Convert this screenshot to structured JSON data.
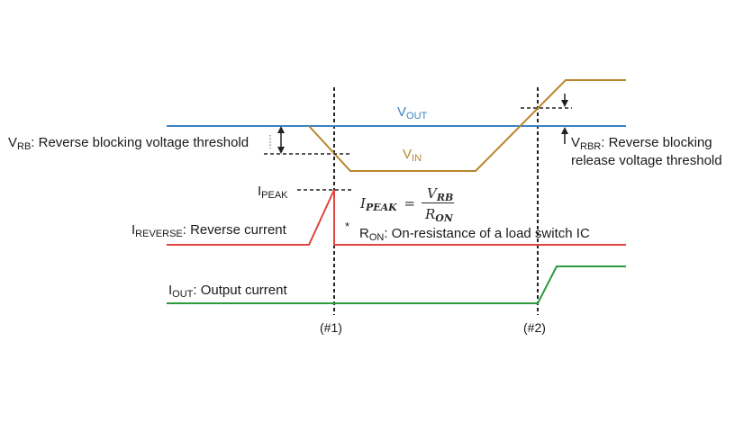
{
  "signals": {
    "vout": {
      "name": "V",
      "sub": "OUT",
      "color": "#3b82c4"
    },
    "vin": {
      "name": "V",
      "sub": "IN",
      "color": "#b8862b"
    },
    "ireverse": {
      "color": "#e0453f"
    },
    "iout": {
      "color": "#2e9a3a"
    }
  },
  "labels": {
    "vrb": {
      "name": "V",
      "sub": "RB",
      "desc": ": Reverse blocking voltage threshold"
    },
    "vrbr": {
      "name": "V",
      "sub": "RBR",
      "desc1": ": Reverse blocking",
      "desc2": "release voltage threshold"
    },
    "ipeak": {
      "name": "I",
      "sub": "PEAK"
    },
    "ireverse": {
      "name": "I",
      "sub": "REVERSE",
      "desc": ": Reverse current"
    },
    "iout": {
      "name": "I",
      "sub": "OUT",
      "desc": ": Output current"
    },
    "ron_note": {
      "asterisk": "*",
      "name": "R",
      "sub": "ON",
      "desc": ": On-resistance of a load switch IC"
    }
  },
  "formula": {
    "lhs": "I",
    "lhs_sub": "PEAK",
    "equals": "=",
    "num": "V",
    "num_sub": "RB",
    "den": "R",
    "den_sub": "ON"
  },
  "events": {
    "first": "(#1)",
    "second": "(#2)"
  }
}
